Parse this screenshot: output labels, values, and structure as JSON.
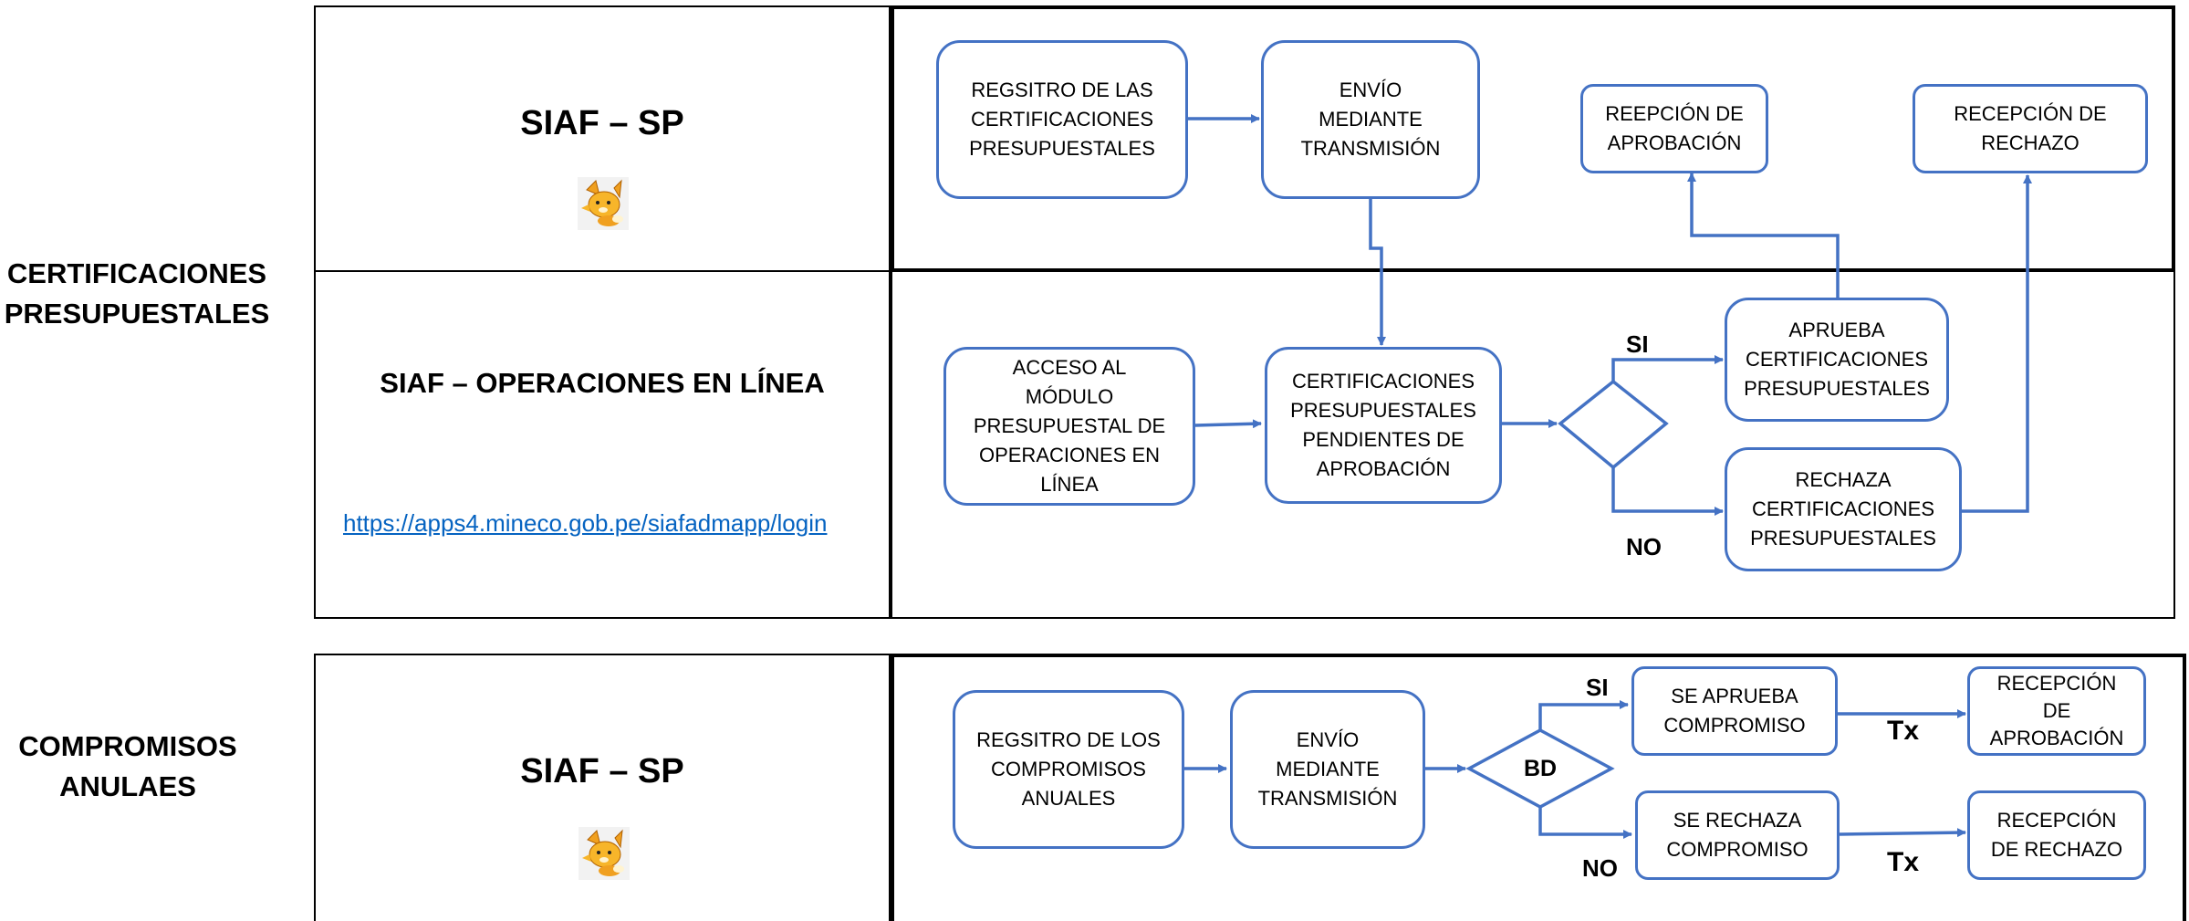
{
  "sections": [
    {
      "label": "CERTIFICACIONES\nPRESUPUESTALES"
    },
    {
      "label": "COMPROMISOS\nANULAES"
    }
  ],
  "cells": {
    "siaf_sp_1": "SIAF – SP",
    "siaf_ops": "SIAF – OPERACIONES EN LÍNEA",
    "link": "https://apps4.mineco.gob.pe/siafadmapp/login",
    "siaf_sp_2": "SIAF – SP"
  },
  "nodes": {
    "registro_cert": "REGSITRO DE LAS\nCERTIFICACIONES\nPRESUPUESTALES",
    "envio_1": "ENVÍO\nMEDIANTE\nTRANSMISIÓN",
    "reepcion_aprob": "REEPCIÓN DE\nAPROBACIÓN",
    "recepcion_rechazo_1": "RECEPCIÓN DE\nRECHAZO",
    "acceso_modulo": "ACCESO AL\nMÓDULO\nPRESUPUESTAL DE\nOPERACIONES EN\nLÍNEA",
    "cert_pendientes": "CERTIFICACIONES\nPRESUPUESTALES\nPENDIENTES DE\nAPROBACIÓN",
    "aprueba_cert": "APRUEBA\nCERTIFICACIONES\nPRESUPUESTALES",
    "rechaza_cert": "RECHAZA\nCERTIFICACIONES\nPRESUPUESTALES",
    "registro_comp": "REGSITRO DE LOS\nCOMPROMISOS\nANUALES",
    "envio_2": "ENVÍO\nMEDIANTE\nTRANSMISIÓN",
    "se_aprueba": "SE APRUEBA\nCOMPROMISO",
    "se_rechaza": "SE RECHAZA\nCOMPROMISO",
    "recepcion_aprob_2": "RECEPCIÓN\nDE\nAPROBACIÓN",
    "recepcion_rechazo_2": "RECEPCIÓN\nDE RECHAZO"
  },
  "edge_labels": {
    "si_1": "SI",
    "no_1": "NO",
    "bd": "BD",
    "si_2": "SI",
    "no_2": "NO",
    "tx_1": "Tx",
    "tx_2": "Tx"
  },
  "colors": {
    "flow": "#4472C4",
    "link": "#0563C1",
    "border": "#000000"
  },
  "icons": {
    "logo": "fox-logo-icon"
  }
}
